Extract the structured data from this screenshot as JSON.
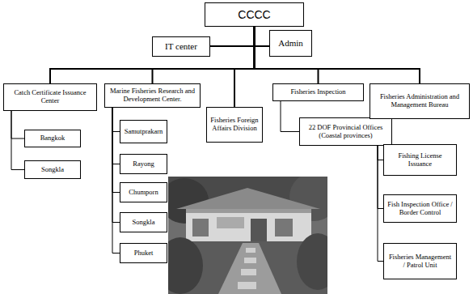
{
  "diagram": {
    "nodes": [
      {
        "text": [
          "CCCC"
        ]
      },
      {
        "text": [
          "IT center"
        ]
      },
      {
        "text": [
          "Admin"
        ]
      },
      {
        "text": [
          "Catch Certificate Issuance Center"
        ]
      },
      {
        "text": [
          "Bangkok"
        ]
      },
      {
        "text": [
          "Songkla"
        ]
      },
      {
        "text": [
          "Marine Fisheries Research and Development Center."
        ]
      },
      {
        "text": [
          "Samutprakarn"
        ]
      },
      {
        "text": [
          "Rayong"
        ]
      },
      {
        "text": [
          "Chumporn"
        ]
      },
      {
        "text": [
          "Songkla"
        ]
      },
      {
        "text": [
          "Phuket"
        ]
      },
      {
        "text": [
          "Fisheries Foreign Affairs Division"
        ]
      },
      {
        "text": [
          "Fisheries Inspection"
        ]
      },
      {
        "text": [
          "22 DOF Provincial Offices (Coastal provinces)"
        ]
      },
      {
        "text": [
          "Fisheries Administration and Management Bureau"
        ]
      },
      {
        "text": [
          "Fishing License Issuance"
        ]
      },
      {
        "text": [
          "Fish Inspection Office / Border Control"
        ]
      },
      {
        "text": [
          "Fisheries Management / Patrol Unit"
        ]
      }
    ],
    "edges": [
      {
        "from": 0,
        "to": 1,
        "arrow": "none"
      },
      {
        "from": 0,
        "to": 2,
        "arrow": "none"
      },
      {
        "from": 0,
        "to": 3,
        "arrow": "none"
      },
      {
        "from": 0,
        "to": 6,
        "arrow": "none"
      },
      {
        "from": 0,
        "to": 12,
        "arrow": "none"
      },
      {
        "from": 0,
        "to": 13,
        "arrow": "none"
      },
      {
        "from": 0,
        "to": 15,
        "arrow": "none"
      },
      {
        "from": 3,
        "to": 4,
        "arrow": "none"
      },
      {
        "from": 3,
        "to": 5,
        "arrow": "none"
      },
      {
        "from": 6,
        "to": 7,
        "arrow": "none"
      },
      {
        "from": 6,
        "to": 8,
        "arrow": "none"
      },
      {
        "from": 6,
        "to": 9,
        "arrow": "none"
      },
      {
        "from": 6,
        "to": 10,
        "arrow": "none"
      },
      {
        "from": 6,
        "to": 11,
        "arrow": "none"
      },
      {
        "from": 13,
        "to": 14,
        "arrow": "none"
      },
      {
        "from": 15,
        "to": 16,
        "arrow": "none"
      },
      {
        "from": 15,
        "to": 17,
        "arrow": "none"
      },
      {
        "from": 15,
        "to": 18,
        "arrow": "none"
      }
    ]
  }
}
